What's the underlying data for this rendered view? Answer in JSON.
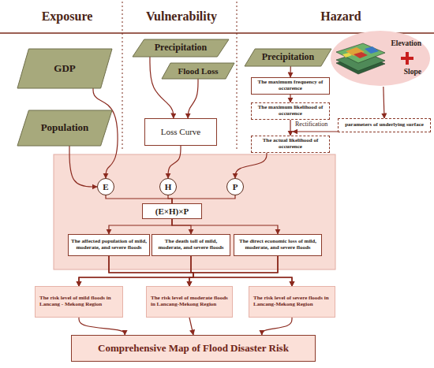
{
  "diagram": {
    "nodes": [
      {
        "text": [
          "GDP"
        ]
      },
      {
        "text": [
          "Population"
        ]
      },
      {
        "text": [
          "Precipitation"
        ]
      },
      {
        "text": [
          "Flood Loss"
        ]
      },
      {
        "text": [
          "Loss Curve"
        ]
      },
      {
        "text": [
          "Precipitation"
        ]
      },
      {
        "text": [
          "Elevation",
          "Slope"
        ]
      },
      {
        "text": [
          "The maximum  frequency of occurence"
        ]
      },
      {
        "text": [
          "The maximum likelihood of occurence"
        ]
      },
      {
        "text": [
          "The actual likelihood of occurence"
        ]
      },
      {
        "text": [
          "parameters of underlying surface"
        ]
      },
      {
        "text": [
          "E"
        ]
      },
      {
        "text": [
          "H"
        ]
      },
      {
        "text": [
          "P"
        ]
      },
      {
        "text": [
          "(E×H)×P"
        ]
      },
      {
        "text": [
          "The affected population of mild, moderate, and severe floods"
        ]
      },
      {
        "text": [
          "The death toll of mild, moderate, and severe floods"
        ]
      },
      {
        "text": [
          "The direct economic loss of mild, moderate, and severe floods"
        ]
      },
      {
        "text": [
          "The risk level of mild floods in Lancang - Mekong Region"
        ]
      },
      {
        "text": [
          "The risk level of moderate floods in Lancang-Mekong Region"
        ]
      },
      {
        "text": [
          "The risk level of severe floods in Lancang-Mekong Region"
        ]
      },
      {
        "text": [
          "Comprehensive Map of Flood Disaster Risk"
        ]
      }
    ],
    "edges": [
      {
        "from": 0,
        "to": 11,
        "arrow": "to"
      },
      {
        "from": 1,
        "to": 11,
        "arrow": "to"
      },
      {
        "from": 2,
        "to": 4,
        "arrow": "to"
      },
      {
        "from": 3,
        "to": 4,
        "arrow": "to"
      },
      {
        "from": 4,
        "to": 12,
        "arrow": "to"
      },
      {
        "from": 5,
        "to": 7,
        "arrow": "to"
      },
      {
        "from": 7,
        "to": 8,
        "arrow": "to"
      },
      {
        "from": 8,
        "to": 9,
        "arrow": "to"
      },
      {
        "from": 6,
        "to": 10,
        "arrow": "to"
      },
      {
        "from": 9,
        "to": 13,
        "arrow": "to"
      },
      {
        "from": 11,
        "to": 14,
        "arrow": "none"
      },
      {
        "from": 12,
        "to": 14,
        "arrow": "none"
      },
      {
        "from": 13,
        "to": 14,
        "arrow": "none"
      },
      {
        "from": 14,
        "to": 15,
        "arrow": "to"
      },
      {
        "from": 14,
        "to": 16,
        "arrow": "to"
      },
      {
        "from": 14,
        "to": 17,
        "arrow": "to"
      },
      {
        "from": 15,
        "to": 18,
        "arrow": "to"
      },
      {
        "from": 15,
        "to": 19,
        "arrow": "to"
      },
      {
        "from": 15,
        "to": 20,
        "arrow": "to"
      },
      {
        "from": 16,
        "to": 18,
        "arrow": "to"
      },
      {
        "from": 16,
        "to": 19,
        "arrow": "to"
      },
      {
        "from": 16,
        "to": 20,
        "arrow": "to"
      },
      {
        "from": 17,
        "to": 18,
        "arrow": "to"
      },
      {
        "from": 17,
        "to": 19,
        "arrow": "to"
      },
      {
        "from": 17,
        "to": 20,
        "arrow": "to"
      },
      {
        "from": 18,
        "to": 21,
        "arrow": "to"
      },
      {
        "from": 19,
        "to": 21,
        "arrow": "to"
      },
      {
        "from": 20,
        "to": 21,
        "arrow": "to"
      }
    ],
    "labels": [
      "Exposure",
      "Vulnerability",
      "Hazard",
      "Rectification"
    ]
  }
}
